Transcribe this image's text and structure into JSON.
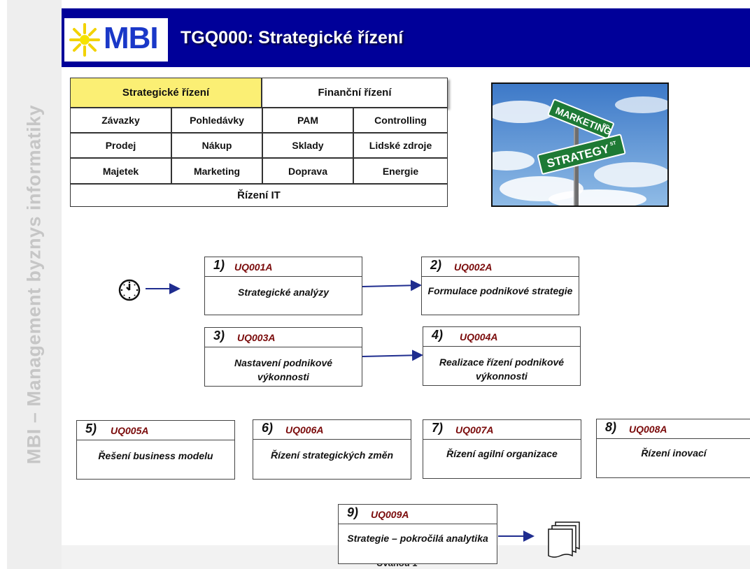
{
  "header": {
    "logo_text": "MBI",
    "title": "TGQ000: Strategické řízení"
  },
  "sidebar": {
    "vertical_text": "MBI – Management byznys informatiky"
  },
  "menu": {
    "row0": [
      "Strategické řízení",
      "Finanční řízení"
    ],
    "row1": [
      "Závazky",
      "Pohledávky",
      "PAM",
      "Controlling"
    ],
    "row2": [
      "Prodej",
      "Nákup",
      "Sklady",
      "Lidské zdroje"
    ],
    "row3": [
      "Majetek",
      "Marketing",
      "Doprava",
      "Energie"
    ],
    "row4": [
      "Řízení IT"
    ],
    "active": "Strategické řízení"
  },
  "photo": {
    "sign_top": "MARKETING",
    "sign_top_suffix": "RD",
    "sign_bottom": "STRATEGY",
    "sign_bottom_suffix": "ST"
  },
  "processes": [
    {
      "num": "1)",
      "code": "UQ001A",
      "name": "Strategické analýzy"
    },
    {
      "num": "2)",
      "code": "UQ002A",
      "name": "Formulace podnikové strategie"
    },
    {
      "num": "3)",
      "code": "UQ003A",
      "name": "Nastavení podnikové výkonnosti"
    },
    {
      "num": "4)",
      "code": "UQ004A",
      "name": "Realizace řízení podnikové výkonnosti"
    },
    {
      "num": "5)",
      "code": "UQ005A",
      "name": "Řešení business modelu"
    },
    {
      "num": "6)",
      "code": "UQ006A",
      "name": "Řízení strategických změn"
    },
    {
      "num": "7)",
      "code": "UQ007A",
      "name": "Řízení agilní organizace"
    },
    {
      "num": "8)",
      "code": "UQ008A",
      "name": "Řízení inovací"
    },
    {
      "num": "9)",
      "code": "UQ009A",
      "name": "Strategie – pokročilá analytika"
    }
  ],
  "footer": {
    "text": "Úvahou 1"
  },
  "colors": {
    "header_bg": "#000099",
    "active_cell": "#fbef74",
    "code_text": "#7a0a0a",
    "arrow": "#1f2d8f"
  },
  "icons": [
    "clock-icon",
    "documents-icon",
    "sun-icon"
  ]
}
